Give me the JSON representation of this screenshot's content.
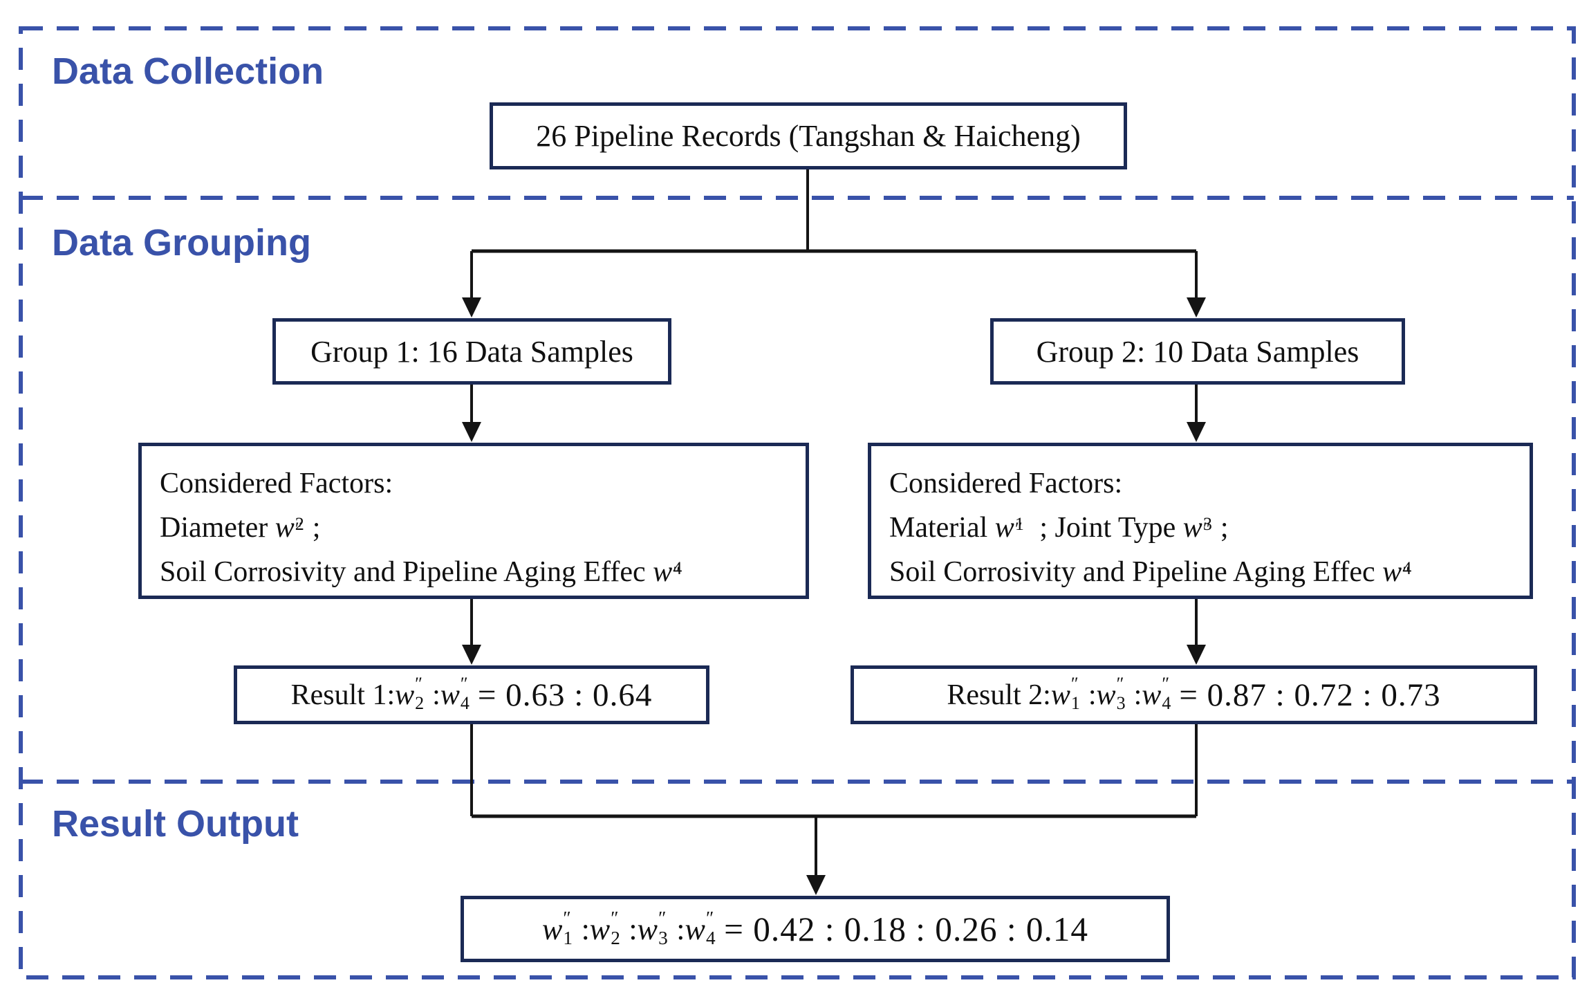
{
  "colors": {
    "accent": "#3952A9",
    "box_border": "#1B2A55",
    "line": "#141414",
    "text": "#101010"
  },
  "sections": {
    "data_collection": {
      "label": "Data Collection"
    },
    "data_grouping": {
      "label": "Data Grouping"
    },
    "result_output": {
      "label": "Result Output"
    }
  },
  "nodes": {
    "records": {
      "text": "26 Pipeline Records (Tangshan & Haicheng)"
    },
    "group1": {
      "text": "Group 1: 16 Data Samples"
    },
    "group2": {
      "text": "Group 2: 10 Data Samples"
    },
    "factors1": {
      "lines": [
        [
          {
            "t": "Considered Factors:"
          }
        ],
        [
          {
            "t": "Diameter "
          },
          {
            "base": "w",
            "sup": "″",
            "sub": "2"
          },
          {
            "t": ";"
          }
        ],
        [
          {
            "t": "Soil Corrosivity and Pipeline Aging Effec "
          },
          {
            "base": "w",
            "sup": "″",
            "sub": "4"
          }
        ]
      ]
    },
    "factors2": {
      "lines": [
        [
          {
            "t": "Considered Factors:"
          }
        ],
        [
          {
            "t": "Material "
          },
          {
            "base": "w",
            "sup": "″",
            "sub": "1"
          },
          {
            "t": " ; Joint Type "
          },
          {
            "base": "w",
            "sup": "″",
            "sub": "3"
          },
          {
            "t": ";"
          }
        ],
        [
          {
            "t": "Soil Corrosivity and Pipeline Aging Effec "
          },
          {
            "base": "w",
            "sup": "″",
            "sub": "4"
          }
        ]
      ]
    },
    "result1": {
      "parts": [
        {
          "t": "Result 1: "
        },
        {
          "base": "w",
          "sup": "″",
          "sub": "2"
        },
        {
          "t": " : "
        },
        {
          "base": "w",
          "sup": "″",
          "sub": "4"
        },
        {
          "t": " "
        },
        {
          "eq": "= 0.63 : 0.64"
        }
      ]
    },
    "result2": {
      "parts": [
        {
          "t": "Result 2: "
        },
        {
          "base": "w",
          "sup": "″",
          "sub": "1"
        },
        {
          "t": " : "
        },
        {
          "base": "w",
          "sup": "″",
          "sub": "3"
        },
        {
          "t": " : "
        },
        {
          "base": "w",
          "sup": "″",
          "sub": "4"
        },
        {
          "t": " "
        },
        {
          "eq": "= 0.87 : 0.72 : 0.73"
        }
      ]
    },
    "final": {
      "parts": [
        {
          "base": "w",
          "sup": "″",
          "sub": "1"
        },
        {
          "t": " : "
        },
        {
          "base": "w",
          "sup": "″",
          "sub": "2"
        },
        {
          "t": " : "
        },
        {
          "base": "w",
          "sup": "″",
          "sub": "3"
        },
        {
          "t": " : "
        },
        {
          "base": "w",
          "sup": "″",
          "sub": "4"
        },
        {
          "t": " "
        },
        {
          "eq": "= 0.42 : 0.18 : 0.26 : 0.14"
        }
      ]
    }
  }
}
